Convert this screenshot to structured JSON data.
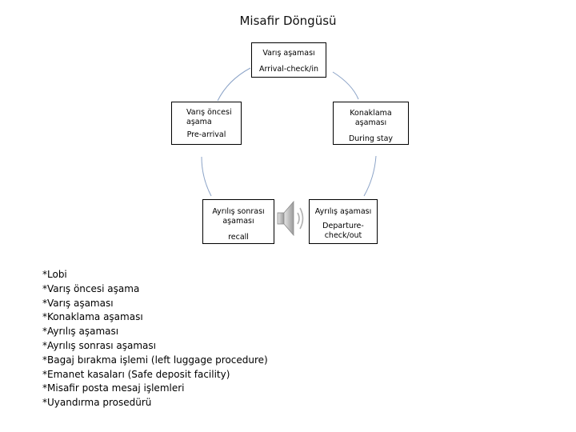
{
  "title": "Misafir Döngüsü",
  "nodes": {
    "arrival": {
      "line1": "Varış aşaması",
      "line2": "Arrival-check/in"
    },
    "prearrival": {
      "line1": "Varış öncesi aşama",
      "line2": "Pre-arrival"
    },
    "stay": {
      "line1": "Konaklama aşaması",
      "line2": "During stay"
    },
    "post": {
      "line1": "Ayrılış sonrası aşaması",
      "line2": "recall"
    },
    "departure": {
      "line1": "Ayrılış aşaması",
      "line2": "Departure-check/out"
    }
  },
  "list": [
    "*Lobi",
    "*Varış öncesi aşama",
    "*Varış aşaması",
    "*Konaklama aşaması",
    "*Ayrılış aşaması",
    "*Ayrılış sonrası aşaması",
    "*Bagaj bırakma işlemi (left luggage procedure)",
    "*Emanet kasaları (Safe deposit facility)",
    "*Misafir posta mesaj işlemleri",
    "*Uyandırma prosedürü"
  ],
  "colors": {
    "arc": "#8ba3c7",
    "speaker": "#b0b0b0"
  },
  "icons": {
    "speaker": "speaker-icon"
  }
}
